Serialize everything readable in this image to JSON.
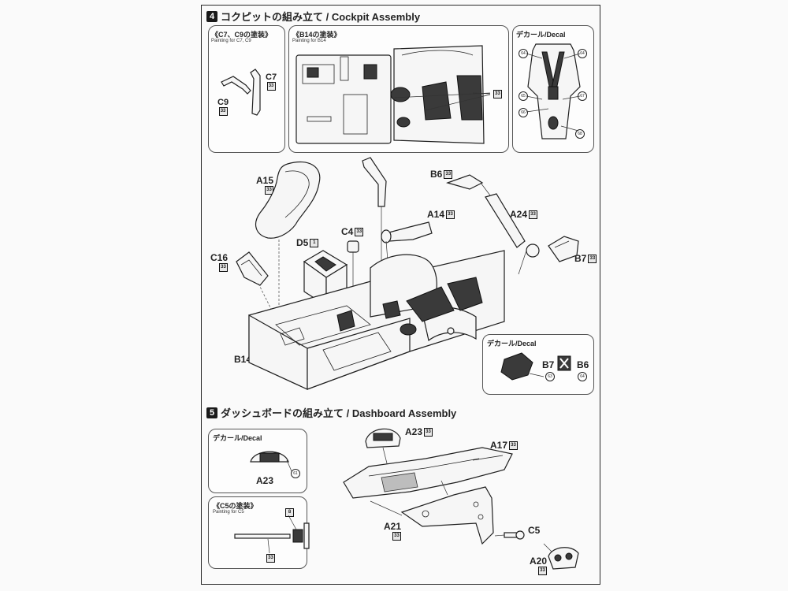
{
  "step4": {
    "number": "4",
    "title": "コクピットの組み立て / Cockpit Assembly",
    "paint_c7c9": {
      "title": "《C7、C9の塗装》",
      "note": "Painting for C7, C9",
      "label_c7": "C7",
      "chip_c7": "33",
      "label_c9": "C9",
      "chip_c9": "33"
    },
    "paint_b14": {
      "title": "《B14の塗装》",
      "note": "Painting for B14",
      "chip": "33"
    },
    "decal_top": {
      "title": "デカール/Decal",
      "nums": [
        "64",
        "64",
        "65",
        "67",
        "66",
        "68"
      ]
    },
    "parts": {
      "a15": {
        "label": "A15",
        "chip": "33"
      },
      "d5": {
        "label": "D5",
        "chip": "1"
      },
      "c4": {
        "label": "C4",
        "chip": "33"
      },
      "c16": {
        "label": "C16",
        "chip": "33"
      },
      "b6": {
        "label": "B6",
        "chip": "33"
      },
      "a14": {
        "label": "A14",
        "chip": "33"
      },
      "a24": {
        "label": "A24",
        "chip": "33"
      },
      "b7": {
        "label": "B7",
        "chip": "33"
      },
      "b14": {
        "label": "B14"
      }
    },
    "decal_b": {
      "title": "デカール/Decal",
      "label_b7": "B7",
      "label_b6": "B6",
      "num1": "63",
      "num2": "64"
    }
  },
  "step5": {
    "number": "5",
    "title": "ダッシュボードの組み立て / Dashboard Assembly",
    "decal_a23": {
      "title": "デカール/Decal",
      "label": "A23",
      "num": "61"
    },
    "paint_c5": {
      "title": "《C5の塗装》",
      "note": "Painting for C5",
      "chip1": "8",
      "chip2": "33"
    },
    "parts": {
      "a23": {
        "label": "A23",
        "chip": "33"
      },
      "a17": {
        "label": "A17",
        "chip": "33"
      },
      "a21": {
        "label": "A21",
        "chip": "33"
      },
      "c5": {
        "label": "C5"
      },
      "a20": {
        "label": "A20",
        "chip": "33"
      }
    }
  }
}
